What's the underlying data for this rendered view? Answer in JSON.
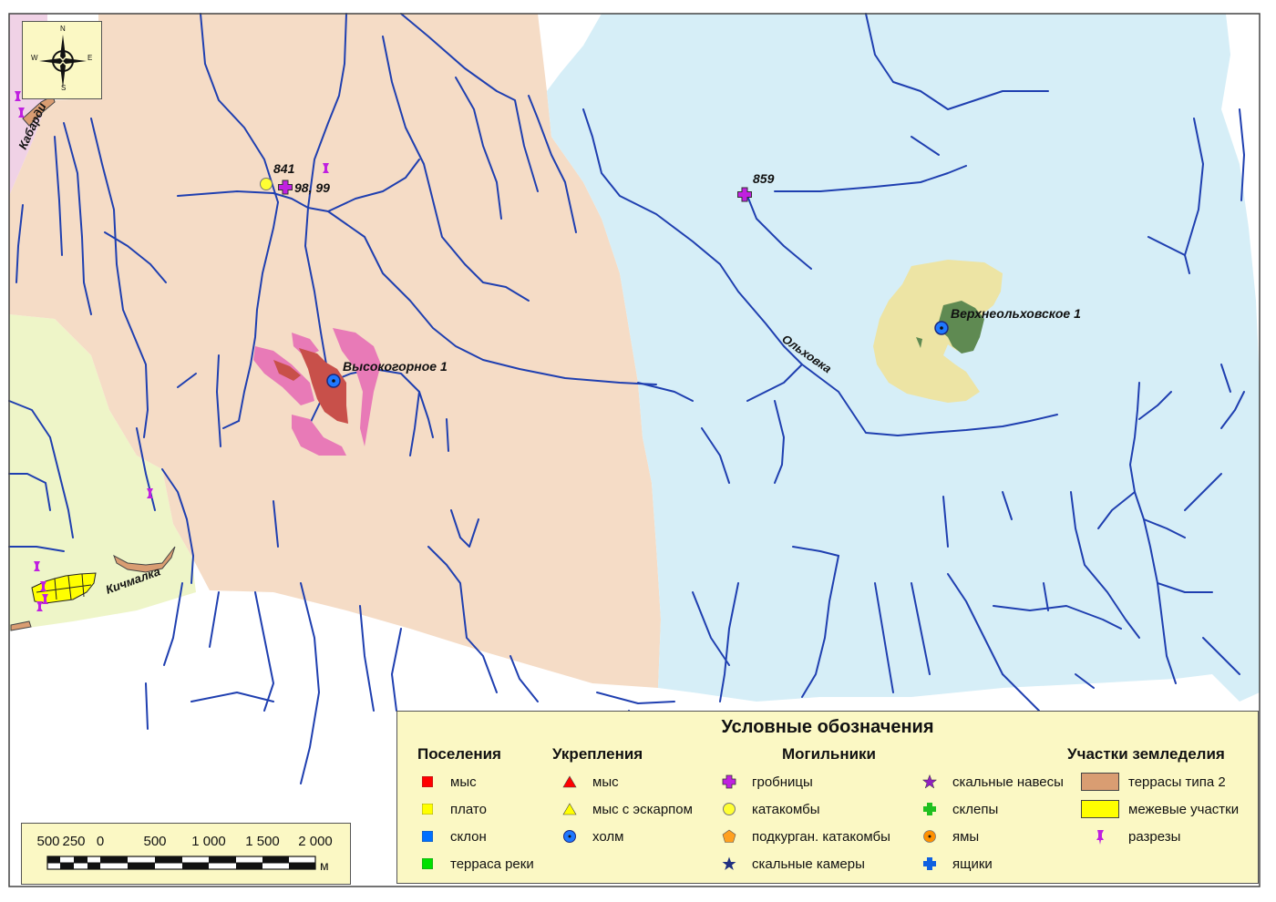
{
  "map": {
    "labels": {
      "site_841": "841",
      "site_98_99": "98, 99",
      "site_859": "859",
      "vysokogornoe": "Высокогорное 1",
      "verkhneolkhovskoe": "Верхнеольховское 1",
      "river_olkhovka": "Ольховка",
      "river_kichmalka": "Кичмалка",
      "river_kabardinka": "Кабарди"
    }
  },
  "compass": {
    "n": "N",
    "s": "S",
    "e": "E",
    "w": "W"
  },
  "legend": {
    "title": "Условные обозначения",
    "groups": [
      {
        "heading": "Поселения",
        "items": [
          {
            "label": "мыс",
            "symbol": "square-red",
            "color": "#ff0000"
          },
          {
            "label": "плато",
            "symbol": "square-yellow",
            "color": "#ffff00"
          },
          {
            "label": "склон",
            "symbol": "square-blue",
            "color": "#0070ff"
          },
          {
            "label": "терраса реки",
            "symbol": "square-green",
            "color": "#00e000"
          }
        ]
      },
      {
        "heading": "Укрепления",
        "items": [
          {
            "label": "мыс",
            "symbol": "triangle-red",
            "color": "#ff0000"
          },
          {
            "label": "мыс с эскарпом",
            "symbol": "triangle-yellow",
            "color": "#ffff00"
          },
          {
            "label": "холм",
            "symbol": "dot-circle-blue",
            "color": "#0070ff"
          }
        ]
      },
      {
        "heading": "Могильники",
        "items": [
          {
            "label": "гробницы",
            "symbol": "cross-purple",
            "color": "#c020e0"
          },
          {
            "label": "катакомбы",
            "symbol": "circle-yellow",
            "color": "#ffff00"
          },
          {
            "label": "подкурган. катакомбы",
            "symbol": "pentagon-orange",
            "color": "#ffa020"
          },
          {
            "label": "скальные камеры",
            "symbol": "star-navy",
            "color": "#203080"
          },
          {
            "label": "скальные навесы",
            "symbol": "star-purple",
            "color": "#9020c0"
          },
          {
            "label": "склепы",
            "symbol": "cross-green",
            "color": "#20c020"
          },
          {
            "label": "ямы",
            "symbol": "dot-circle-orange",
            "color": "#ff9000"
          },
          {
            "label": "ящики",
            "symbol": "cross-blue",
            "color": "#1060e0"
          }
        ]
      },
      {
        "heading": "Участки земледелия",
        "items": [
          {
            "label": "террасы типа 2",
            "symbol": "rect-tan",
            "color": "#d99d72"
          },
          {
            "label": "межевые участки",
            "symbol": "rect-yellow",
            "color": "#ffff00"
          },
          {
            "label": "разрезы",
            "symbol": "pin-purple",
            "color": "#c020e0"
          }
        ]
      }
    ]
  },
  "scalebar": {
    "ticks": [
      "500",
      "250",
      "0",
      "500",
      "1 000",
      "1 500",
      "2 000"
    ],
    "unit": "м"
  },
  "colors": {
    "zone_peach": "#f5dcc6",
    "zone_blue": "#d6eef7",
    "zone_lightgreen": "#eef5c8",
    "zone_pink": "#f0d2e6",
    "river": "#1f3fb0",
    "frame": "#444444"
  }
}
